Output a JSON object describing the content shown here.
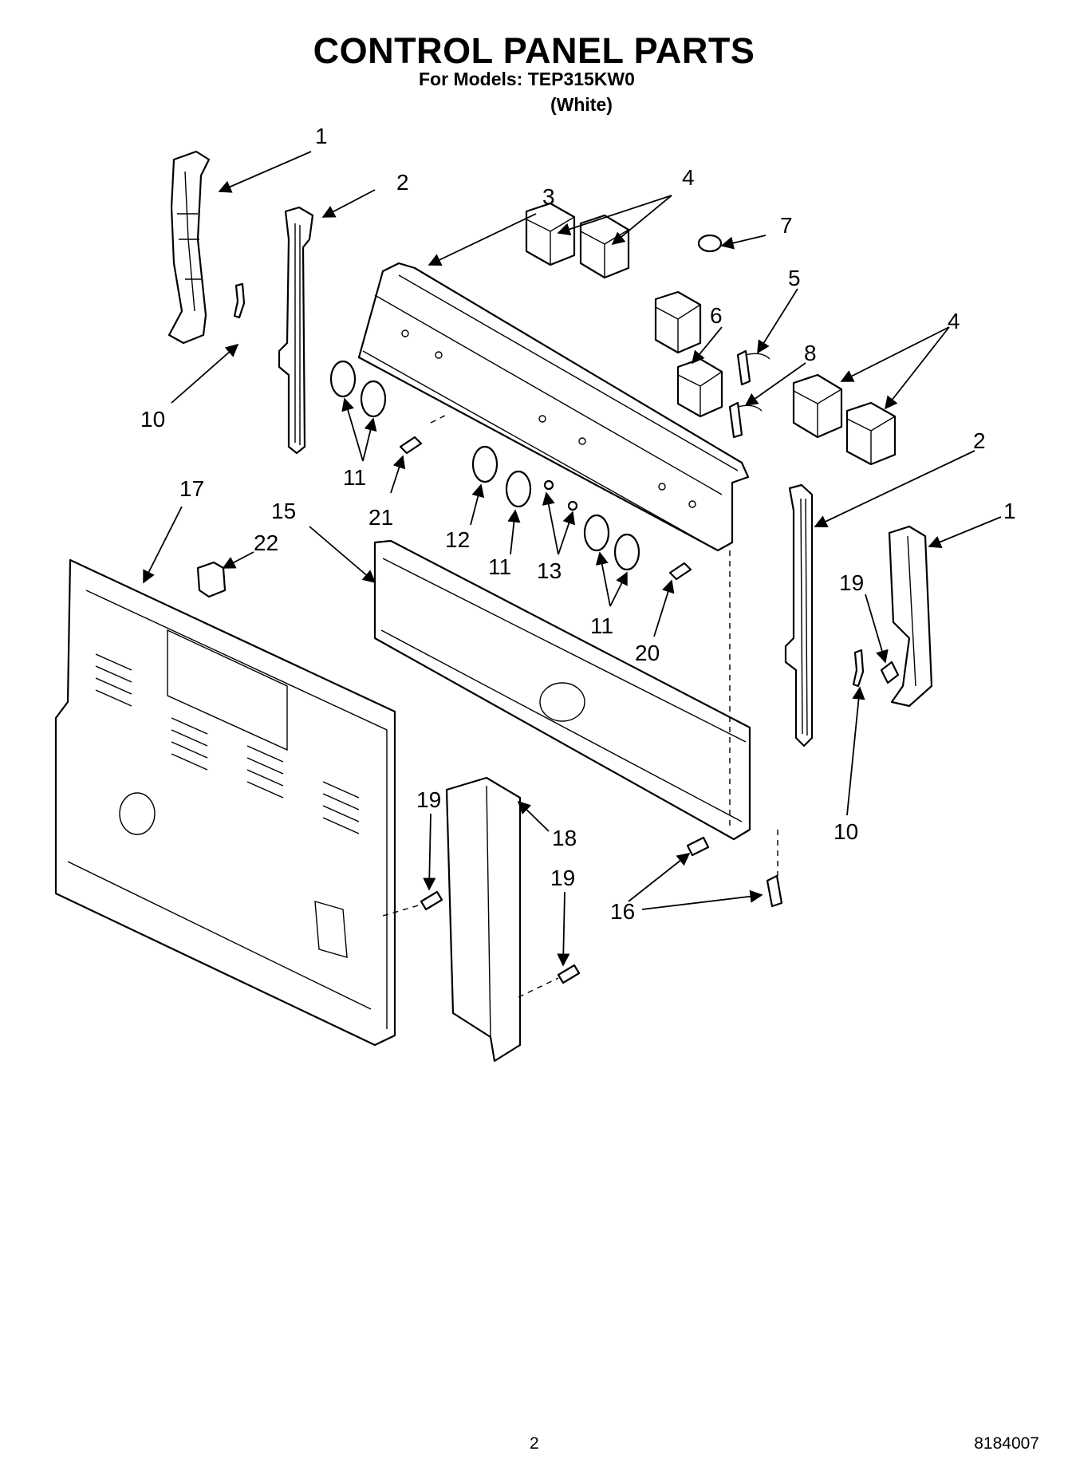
{
  "header": {
    "title": "CONTROL PANEL PARTS",
    "models_label": "For Models: TEP315KW0",
    "color": "(White)"
  },
  "footer": {
    "page_number": "2",
    "document_number": "8184007"
  },
  "callouts": [
    {
      "id": "c1a",
      "label": "1"
    },
    {
      "id": "c2a",
      "label": "2"
    },
    {
      "id": "c3",
      "label": "3"
    },
    {
      "id": "c4a",
      "label": "4"
    },
    {
      "id": "c7",
      "label": "7"
    },
    {
      "id": "c5",
      "label": "5"
    },
    {
      "id": "c6",
      "label": "6"
    },
    {
      "id": "c8",
      "label": "8"
    },
    {
      "id": "c4b",
      "label": "4"
    },
    {
      "id": "c10a",
      "label": "10"
    },
    {
      "id": "c11a",
      "label": "11"
    },
    {
      "id": "c21",
      "label": "21"
    },
    {
      "id": "c12",
      "label": "12"
    },
    {
      "id": "c11b",
      "label": "11"
    },
    {
      "id": "c13",
      "label": "13"
    },
    {
      "id": "c11c",
      "label": "11"
    },
    {
      "id": "c20",
      "label": "20"
    },
    {
      "id": "c2b",
      "label": "2"
    },
    {
      "id": "c1b",
      "label": "1"
    },
    {
      "id": "c19a",
      "label": "19"
    },
    {
      "id": "c10b",
      "label": "10"
    },
    {
      "id": "c17",
      "label": "17"
    },
    {
      "id": "c15",
      "label": "15"
    },
    {
      "id": "c22",
      "label": "22"
    },
    {
      "id": "c19b",
      "label": "19"
    },
    {
      "id": "c18",
      "label": "18"
    },
    {
      "id": "c19c",
      "label": "19"
    },
    {
      "id": "c16",
      "label": "16"
    }
  ]
}
